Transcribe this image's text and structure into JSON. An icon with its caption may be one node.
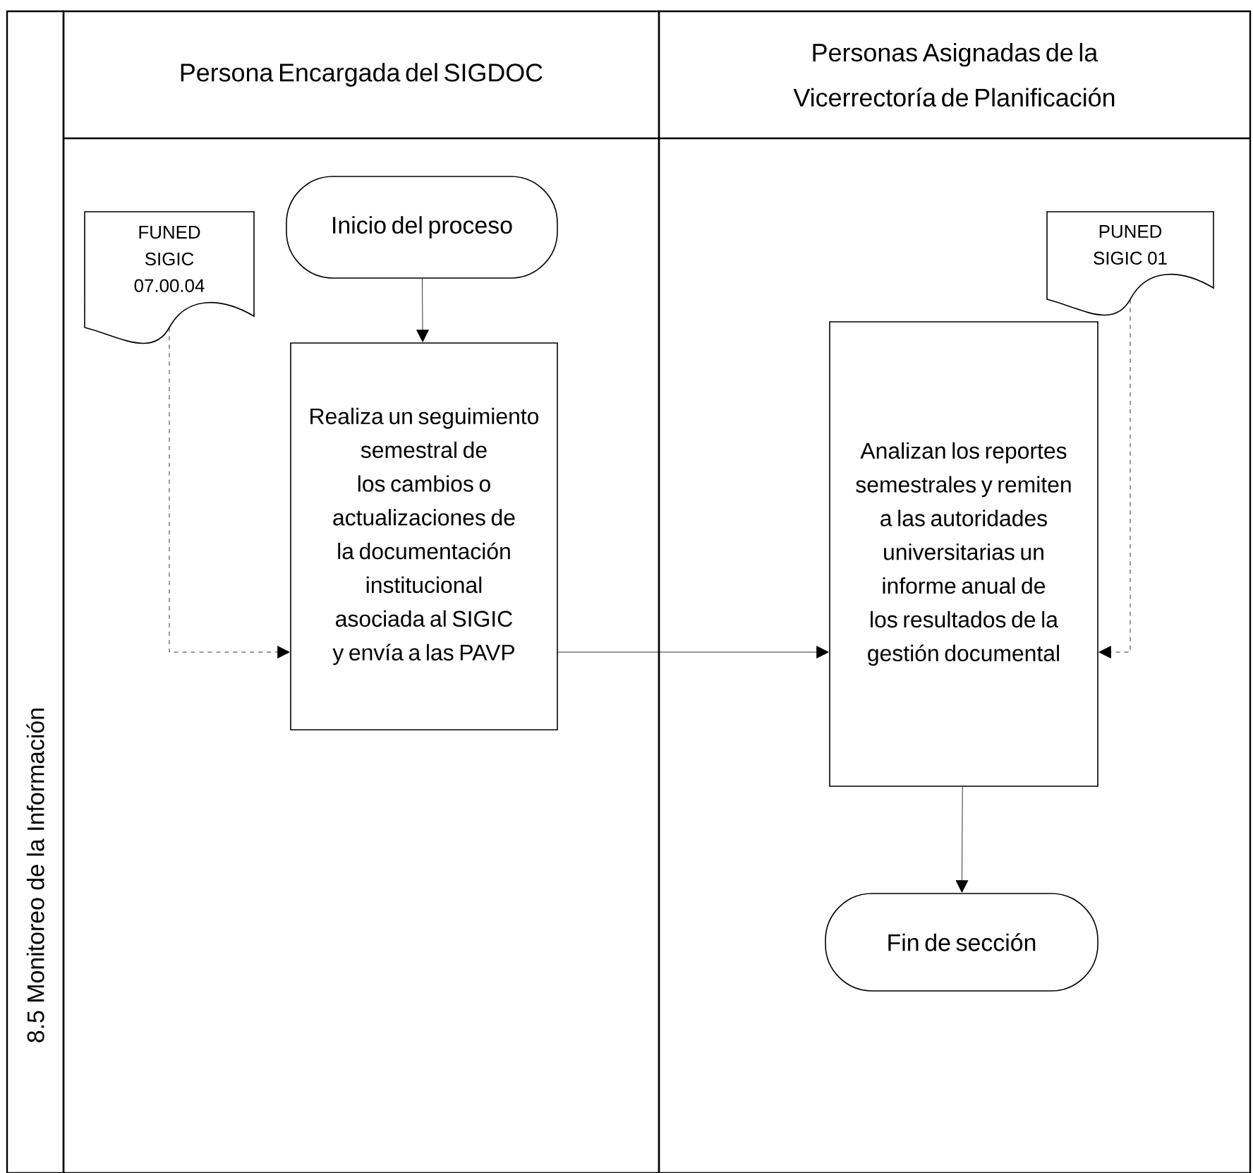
{
  "diagram": {
    "nodes": [
      {
        "text": [
          "8.5 Monitoreo de la Información"
        ]
      },
      {
        "text": [
          "Persona Encargada del SIGDOC"
        ]
      },
      {
        "text": [
          "Personas Asignadas de la Vicerrectoría de Planificación"
        ]
      },
      {
        "text": [
          "FUNED SIGIC 07.00.04"
        ],
        "in": 1
      },
      {
        "text": [
          "Inicio del proceso"
        ],
        "in": 1
      },
      {
        "text": [
          "Realiza un seguimiento semestral de los cambios o actualizaciones de la documentación institucional asociada al SIGIC y envía a las PAVP"
        ],
        "in": 1
      },
      {
        "text": [
          "PUNED SIGIC 01"
        ],
        "in": 2
      },
      {
        "text": [
          "Analizan los reportes semestrales y remiten a las autoridades universitarias un informe anual de los resultados de la gestión documental"
        ],
        "in": 2
      },
      {
        "text": [
          "Fin de sección"
        ],
        "in": 2
      }
    ],
    "edges": [
      {
        "from": 3,
        "to": 5,
        "arrow": "to",
        "style": "dashed"
      },
      {
        "from": 4,
        "to": 5,
        "arrow": "to"
      },
      {
        "from": 5,
        "to": 7,
        "arrow": "to"
      },
      {
        "from": 6,
        "to": 7,
        "arrow": "to",
        "style": "dashed"
      },
      {
        "from": 7,
        "to": 8,
        "arrow": "to"
      }
    ]
  }
}
